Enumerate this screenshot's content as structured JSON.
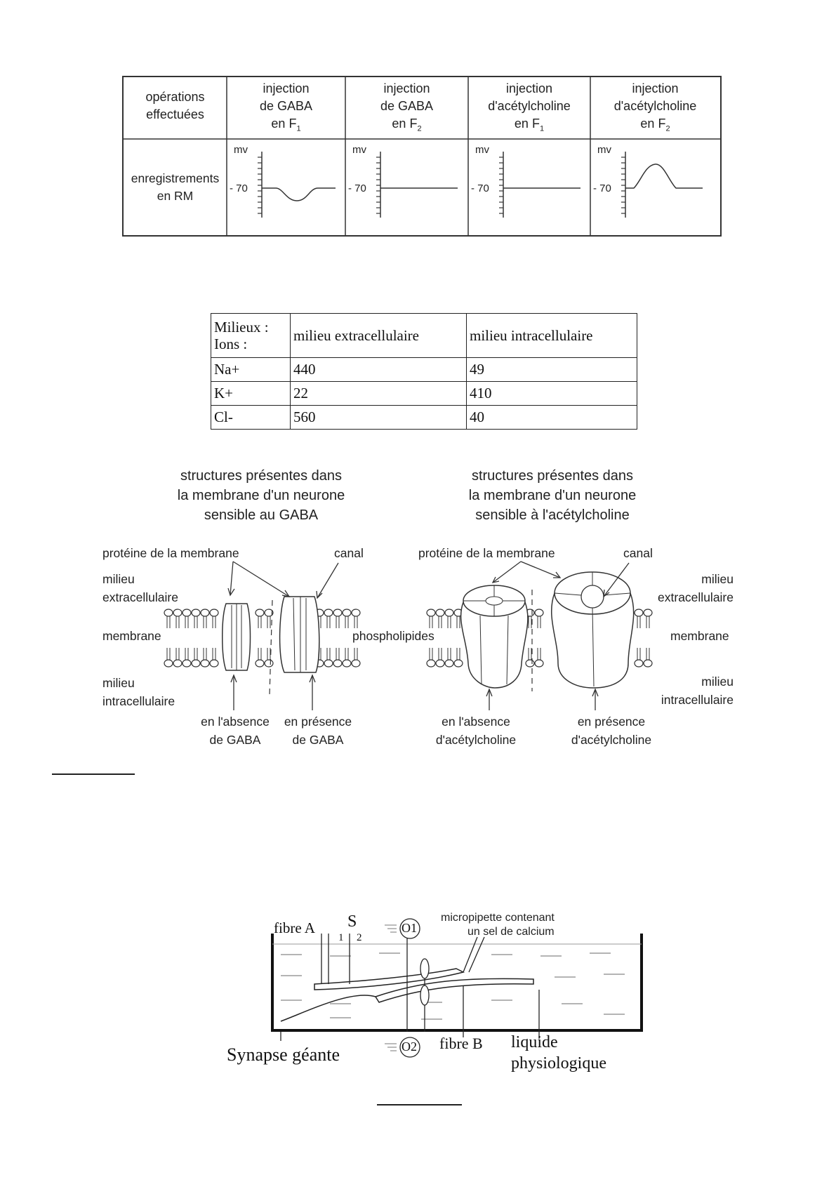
{
  "table1": {
    "row_header_1": [
      "opérations",
      "effectuées"
    ],
    "row_header_2": [
      "enregistrements",
      "en RM"
    ],
    "columns": [
      {
        "line1": "injection",
        "line2": "de GABA",
        "line3": "en F",
        "sub": "1"
      },
      {
        "line1": "injection",
        "line2": "de GABA",
        "line3": "en F",
        "sub": "2"
      },
      {
        "line1": "injection",
        "line2": "d'acétylcholine",
        "line3": "en F",
        "sub": "1"
      },
      {
        "line1": "injection",
        "line2": "d'acétylcholine",
        "line3": "en F",
        "sub": "2"
      }
    ],
    "axis_unit": "mv",
    "axis_value": "- 70"
  },
  "table2": {
    "header": [
      "Milieux :",
      "Ions :",
      "milieu extracellulaire",
      "milieu intracellulaire"
    ],
    "rows": [
      [
        "Na+",
        "440",
        "49"
      ],
      [
        "K+",
        "22",
        "410"
      ],
      [
        "Cl-",
        "560",
        "40"
      ]
    ]
  },
  "diagram_gaba": {
    "title": [
      "structures présentes dans",
      "la membrane d'un neurone",
      "sensible au GABA"
    ],
    "protein_label": "protéine de la membrane",
    "canal_label": "canal",
    "extra_label": [
      "milieu",
      "extracellulaire"
    ],
    "membrane_label": "membrane",
    "intra_label": [
      "milieu",
      "intracellulaire"
    ],
    "absence_label": [
      "en l'absence",
      "de GABA"
    ],
    "presence_label": [
      "en présence",
      "de GABA"
    ]
  },
  "diagram_ach": {
    "title": [
      "structures présentes dans",
      "la membrane d'un neurone",
      "sensible à l'acétylcholine"
    ],
    "protein_label": "protéine de la membrane",
    "canal_label": "canal",
    "extra_label": [
      "milieu",
      "extracellulaire"
    ],
    "membrane_label": "membrane",
    "phospholipid_label": "phospholipides",
    "intra_label": [
      "milieu",
      "intracellulaire"
    ],
    "absence_label": [
      "en l'absence",
      "d'acétylcholine"
    ],
    "presence_label": [
      "en présence",
      "d'acétylcholine"
    ]
  },
  "experiment": {
    "fibre_a": "fibre A",
    "stim_label": "S",
    "stim_1": "1",
    "stim_2": "2",
    "o1": "O1",
    "o2": "O2",
    "micropipette": [
      "micropipette contenant",
      "un sel de calcium"
    ],
    "fibre_b": "fibre B",
    "synapse": "Synapse géante",
    "liquid": [
      "liquide",
      "physiologique"
    ]
  }
}
